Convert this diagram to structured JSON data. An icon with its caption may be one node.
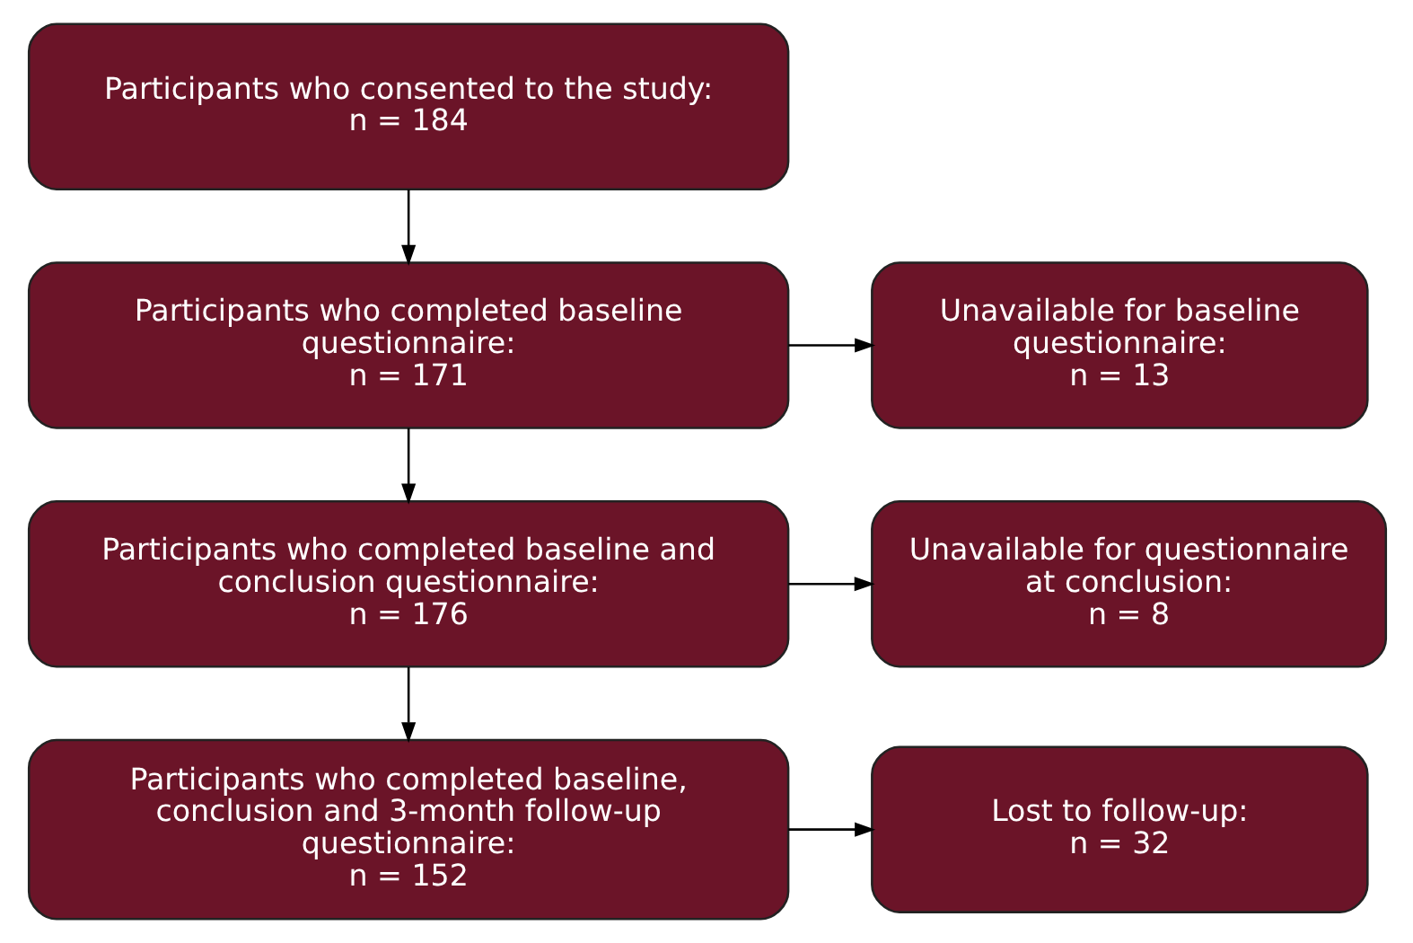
{
  "diagram": {
    "nodes": [
      {
        "text": [
          "Participants who consented to the study:",
          "n = 184"
        ]
      },
      {
        "text": [
          "Participants who completed baseline questionnaire:",
          "n = 171"
        ]
      },
      {
        "text": [
          "Unavailable for baseline questionnaire:",
          "n = 13"
        ]
      },
      {
        "text": [
          "Participants who completed baseline and conclusion questionnaire:",
          "n = 176"
        ]
      },
      {
        "text": [
          "Unavailable for questionnaire at conclusion:",
          "n = 8"
        ]
      },
      {
        "text": [
          "Participants who completed baseline, conclusion and 3-month follow-up questionnaire:",
          "n = 152"
        ]
      },
      {
        "text": [
          "Lost to follow-up:",
          "n = 32"
        ]
      }
    ],
    "edges": [
      {
        "from": 0,
        "to": 1,
        "arrow": "to"
      },
      {
        "from": 1,
        "to": 2,
        "arrow": "to"
      },
      {
        "from": 1,
        "to": 3,
        "arrow": "to"
      },
      {
        "from": 3,
        "to": 4,
        "arrow": "to"
      },
      {
        "from": 3,
        "to": 5,
        "arrow": "to"
      },
      {
        "from": 5,
        "to": 6,
        "arrow": "to"
      }
    ]
  }
}
